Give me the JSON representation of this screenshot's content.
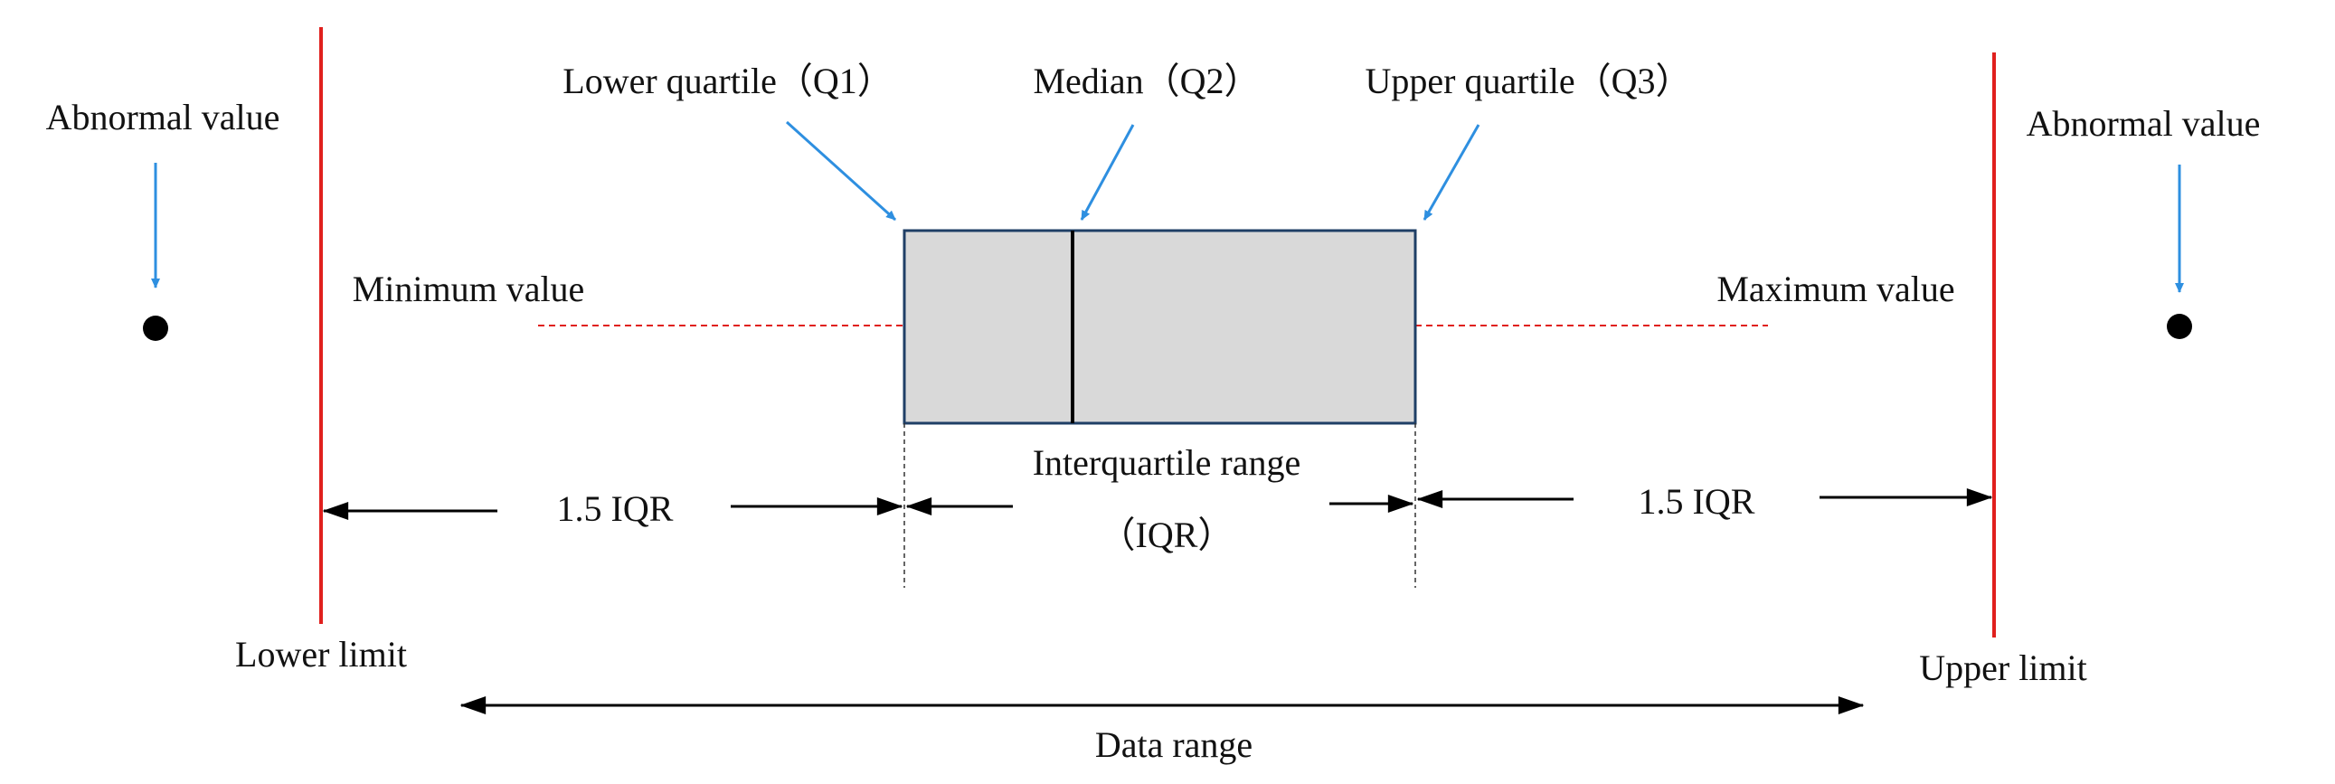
{
  "labels": {
    "abnormal_left": "Abnormal value",
    "abnormal_right": "Abnormal value",
    "lower_quartile": "Lower quartile（Q1）",
    "median": "Median（Q2）",
    "upper_quartile": "Upper quartile（Q3）",
    "minimum_value": "Minimum value",
    "maximum_value": "Maximum value",
    "iqr_left": "1.5 IQR",
    "iqr_right": "1.5 IQR",
    "interquartile_line1": "Interquartile range",
    "interquartile_line2": "（IQR）",
    "lower_limit": "Lower limit",
    "upper_limit": "Upper limit",
    "data_range": "Data range"
  },
  "colors": {
    "limit_line": "#e0201e",
    "box_fill": "#d9d9d9",
    "box_stroke": "#1f3f66",
    "pointer_arrow": "#2e8fe0",
    "whisker_dash": "#e0201e",
    "dimension_arrow": "#000000"
  }
}
